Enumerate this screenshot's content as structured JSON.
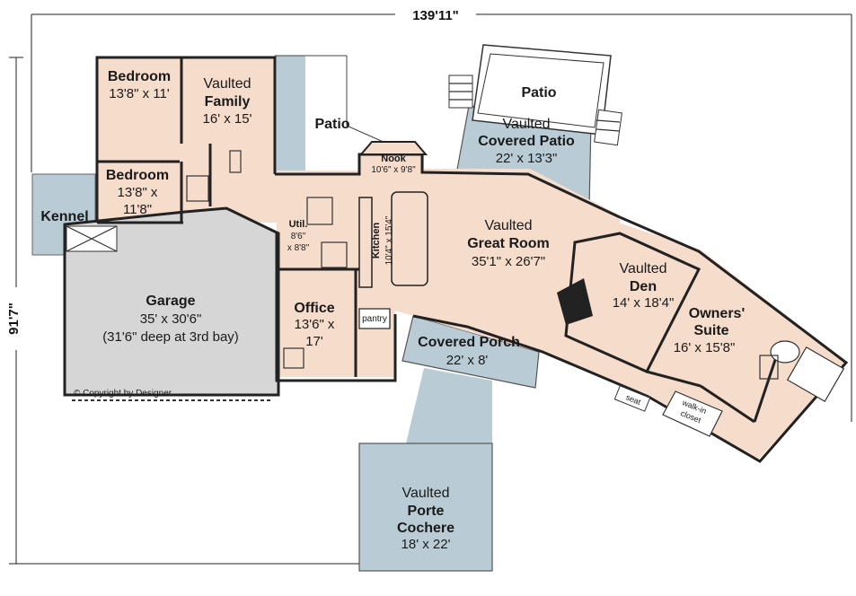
{
  "overall_width": "139'11\"",
  "overall_depth": "91'7\"",
  "copyright": "© Copyright by Designer",
  "colors": {
    "floor": "#f6dccb",
    "garage": "#d6d6d6",
    "covered": "#b9ccd6",
    "wall": "#222222"
  },
  "rooms": {
    "bedroom1": {
      "name": "Bedroom",
      "size": "13'8\" x 11'"
    },
    "family": {
      "prefix": "Vaulted",
      "name": "Family",
      "size": "16' x 15'"
    },
    "patio_small": {
      "name": "Patio"
    },
    "bedroom2": {
      "name": "Bedroom",
      "size_line1": "13'8\" x",
      "size_line2": "11'8\""
    },
    "kennel": {
      "name": "Kennel"
    },
    "nook": {
      "name": "Nook",
      "size": "10'6\" x 9'8\""
    },
    "patio_large": {
      "name": "Patio"
    },
    "covered_patio": {
      "prefix": "Vaulted",
      "name": "Covered Patio",
      "size": "22' x 13'3\""
    },
    "utility": {
      "name": "Util.",
      "size_line1": "8'6\"",
      "size_line2": "x 8'8\""
    },
    "kitchen": {
      "name": "Kitchen",
      "size": "10'4\" x 15'4\""
    },
    "great_room": {
      "prefix": "Vaulted",
      "name": "Great Room",
      "size": "35'1\" x 26'7\""
    },
    "den": {
      "prefix": "Vaulted",
      "name": "Den",
      "size": "14' x 18'4\""
    },
    "owners_suite": {
      "name_line1": "Owners'",
      "name_line2": "Suite",
      "size": "16' x 15'8\""
    },
    "garage": {
      "name": "Garage",
      "size": "35' x 30'6\"",
      "note": "(31'6\" deep at 3rd bay)"
    },
    "office": {
      "name": "Office",
      "size_line1": "13'6\" x",
      "size_line2": "17'"
    },
    "pantry": {
      "name": "pantry"
    },
    "covered_porch": {
      "name": "Covered Porch",
      "size": "22' x 8'"
    },
    "seat": {
      "name": "seat"
    },
    "walkin": {
      "line1": "walk-in",
      "line2": "closet"
    },
    "porte_cochere": {
      "prefix": "Vaulted",
      "name_line1": "Porte",
      "name_line2": "Cochere",
      "size": "18' x 22'"
    }
  }
}
